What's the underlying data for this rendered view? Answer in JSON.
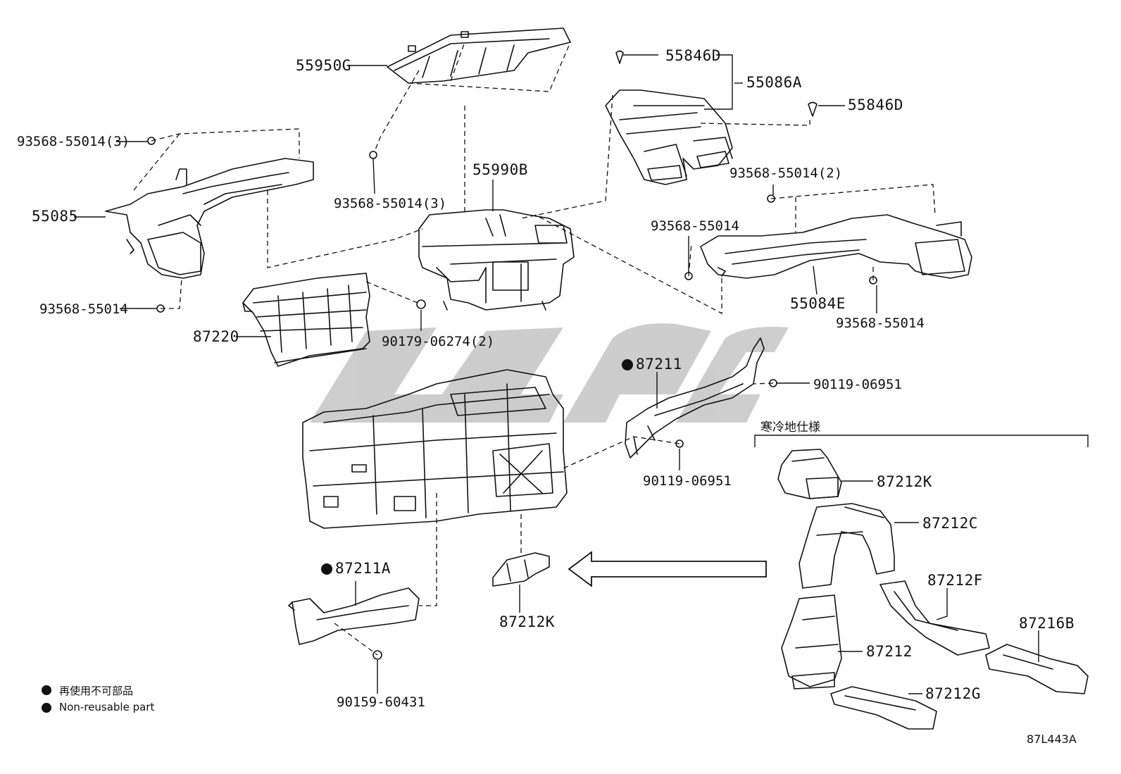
{
  "diagram": {
    "figure_code": "87L443A",
    "region_label": "寒冷地仕様",
    "legend": [
      {
        "symbol": "●",
        "text": "再使用不可部品"
      },
      {
        "symbol": "●",
        "text": "Non-reusable part"
      }
    ],
    "part_labels": [
      "55950G",
      "55846D",
      "55086A",
      "55846D",
      "93568-55014(3)",
      "93568-55014(3)",
      "55990B",
      "93568-55014(2)",
      "55085",
      "93568-55014",
      "55084E",
      "93568-55014",
      "93568-55014",
      "87220",
      "90179-06274(2)",
      "87211",
      "90119-06951",
      "90119-06951",
      "87212K",
      "87212C",
      "87211A",
      "87212K",
      "87212F",
      "87216B",
      "87212",
      "90159-60431",
      "87212G"
    ],
    "non_reusable_marked": [
      "87211",
      "87211A"
    ]
  }
}
